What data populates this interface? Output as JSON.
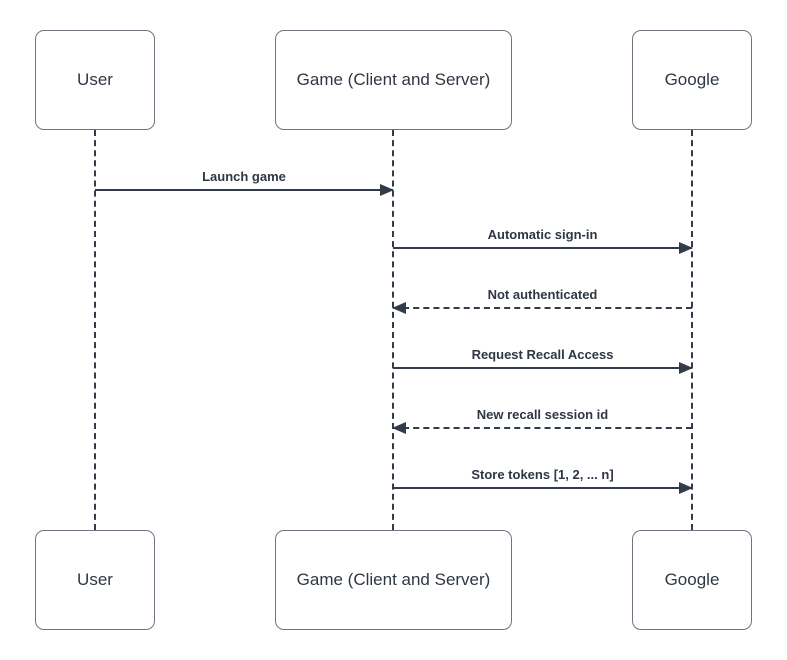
{
  "diagram": {
    "type": "sequence-diagram",
    "actors": [
      {
        "id": "user",
        "label": "User"
      },
      {
        "id": "game",
        "label": "Game (Client and Server)"
      },
      {
        "id": "google",
        "label": "Google"
      }
    ],
    "messages": [
      {
        "label": "Launch game",
        "from": "User",
        "to": "Game (Client and Server)",
        "line": "solid",
        "direction": "right"
      },
      {
        "label": "Automatic sign-in",
        "from": "Game (Client and Server)",
        "to": "Google",
        "line": "solid",
        "direction": "right"
      },
      {
        "label": "Not authenticated",
        "from": "Google",
        "to": "Game (Client and Server)",
        "line": "dashed",
        "direction": "left"
      },
      {
        "label": "Request Recall Access",
        "from": "Game (Client and Server)",
        "to": "Google",
        "line": "solid",
        "direction": "right"
      },
      {
        "label": "New recall session id",
        "from": "Google",
        "to": "Game (Client and Server)",
        "line": "dashed",
        "direction": "left"
      },
      {
        "label": "Store tokens [1, 2, ... n]",
        "from": "Game (Client and Server)",
        "to": "Google",
        "line": "solid",
        "direction": "right"
      }
    ],
    "colors": {
      "stroke": "#323b49",
      "text": "#2f3744",
      "box-border": "#6e7480",
      "background": "#ffffff"
    }
  }
}
